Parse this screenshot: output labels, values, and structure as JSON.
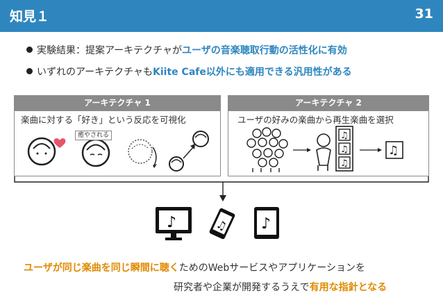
{
  "header": {
    "title": "知見１",
    "page_number": "31",
    "bg_color": "#2f86bf"
  },
  "bullets": [
    {
      "prefix": "実験結果：提案アーキテクチャが",
      "highlight": "ユーザの音楽聴取行動の活性化に有効"
    },
    {
      "prefix": "いずれのアーキテクチャも",
      "highlight": "Kiite Cafe以外にも適用できる汎用性がある"
    }
  ],
  "architectures": [
    {
      "title": "アーキテクチャ 1",
      "subtitle": "楽曲に対する「好き」という反応を可視化",
      "tag": "癒やされる"
    },
    {
      "title": "アーキテクチャ 2",
      "subtitle": "ユーザの好みの楽曲から再生楽曲を選択"
    }
  ],
  "devices": [
    "monitor-icon",
    "smartphone-icon",
    "tablet-icon"
  ],
  "footer": {
    "line1_highlight": "ユーザが同じ楽曲を同じ瞬間に聴く",
    "line1_rest": "ためのWebサービスやアプリケーションを",
    "line2_rest": "研究者や企業が開発するうえで",
    "line2_highlight": "有用な指針となる"
  },
  "colors": {
    "accent": "#2f86bf",
    "orange": "#e08a00",
    "heart": "#e8546b",
    "gray": "#8a8a8a"
  }
}
